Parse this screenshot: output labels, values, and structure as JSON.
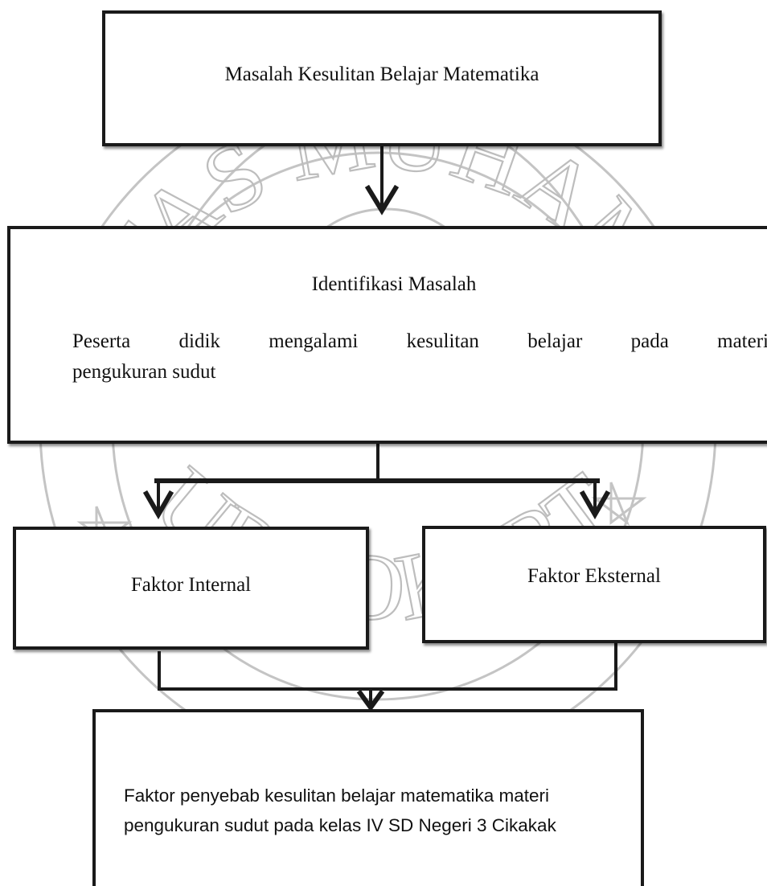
{
  "watermark": {
    "arc_top": "UNIVERSITAS MUHAMMADIYAH",
    "arc_bottom": "PURWOKERTO",
    "emblem": "muhammadiyah-seal-watermark"
  },
  "nodes": {
    "problem": "Masalah Kesulitan Belajar Matematika",
    "identification": {
      "title": "Identifikasi Masalah",
      "line1": "Peserta didik mengalami kesulitan belajar pada materi",
      "line2": "pengukuran sudut"
    },
    "internal": "Faktor Internal",
    "external": "Faktor Eksternal",
    "result": "Faktor penyebab kesulitan belajar matematika materi pengukuran sudut pada kelas IV SD Negeri 3 Cikakak"
  },
  "colors": {
    "line": "#1a1a1a",
    "watermark": "#bdbdbd"
  }
}
